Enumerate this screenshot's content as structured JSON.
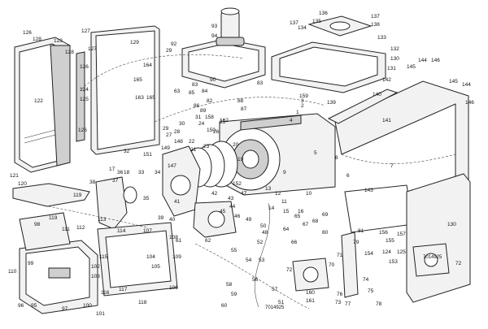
{
  "callouts": [
    {
      "id": "c1",
      "text": "126"
    },
    {
      "id": "c2",
      "text": "128"
    },
    {
      "id": "c3",
      "text": "123"
    },
    {
      "id": "c4",
      "text": "128"
    },
    {
      "id": "c5",
      "text": "126"
    },
    {
      "id": "c6",
      "text": "124"
    },
    {
      "id": "c7",
      "text": "125"
    },
    {
      "id": "c8",
      "text": "122"
    },
    {
      "id": "c9",
      "text": "126"
    },
    {
      "id": "c10",
      "text": "121"
    },
    {
      "id": "c11",
      "text": "120"
    },
    {
      "id": "c12",
      "text": "119"
    },
    {
      "id": "c13",
      "text": "119"
    },
    {
      "id": "c14",
      "text": "127"
    },
    {
      "id": "c15",
      "text": "129"
    },
    {
      "id": "c16",
      "text": "127"
    },
    {
      "id": "c17",
      "text": "92"
    },
    {
      "id": "c18",
      "text": "29"
    },
    {
      "id": "c19",
      "text": "93"
    },
    {
      "id": "c20",
      "text": "94"
    },
    {
      "id": "c21",
      "text": "164"
    },
    {
      "id": "c22",
      "text": "165"
    },
    {
      "id": "c23",
      "text": "163"
    },
    {
      "id": "c24",
      "text": "165"
    },
    {
      "id": "c25",
      "text": "63"
    },
    {
      "id": "c26",
      "text": "83"
    },
    {
      "id": "c27",
      "text": "85"
    },
    {
      "id": "c28",
      "text": "84"
    },
    {
      "id": "c29",
      "text": "90"
    },
    {
      "id": "c30",
      "text": "82"
    },
    {
      "id": "c31",
      "text": "86"
    },
    {
      "id": "c32",
      "text": "89"
    },
    {
      "id": "c33",
      "text": "88"
    },
    {
      "id": "c34",
      "text": "87"
    },
    {
      "id": "c35",
      "text": "83"
    },
    {
      "id": "c36",
      "text": "3"
    },
    {
      "id": "c37",
      "text": "2"
    },
    {
      "id": "c38",
      "text": "1"
    },
    {
      "id": "c39",
      "text": "159"
    },
    {
      "id": "c40",
      "text": "4"
    },
    {
      "id": "c41",
      "text": "136"
    },
    {
      "id": "c42",
      "text": "137"
    },
    {
      "id": "c43",
      "text": "135"
    },
    {
      "id": "c44",
      "text": "138"
    },
    {
      "id": "c45",
      "text": "137"
    },
    {
      "id": "c46",
      "text": "134"
    },
    {
      "id": "c47",
      "text": "133"
    },
    {
      "id": "c48",
      "text": "132"
    },
    {
      "id": "c49",
      "text": "130"
    },
    {
      "id": "c50",
      "text": "131"
    },
    {
      "id": "c51",
      "text": "144"
    },
    {
      "id": "c52",
      "text": "146"
    },
    {
      "id": "c53",
      "text": "145"
    },
    {
      "id": "c54",
      "text": "145"
    },
    {
      "id": "c55",
      "text": "144"
    },
    {
      "id": "c56",
      "text": "146"
    },
    {
      "id": "c57",
      "text": "142"
    },
    {
      "id": "c58",
      "text": "139"
    },
    {
      "id": "c59",
      "text": "140"
    },
    {
      "id": "c60",
      "text": "141"
    },
    {
      "id": "c61",
      "text": "143"
    },
    {
      "id": "c62",
      "text": "130"
    },
    {
      "id": "c63",
      "text": "32"
    },
    {
      "id": "c64",
      "text": "151"
    },
    {
      "id": "c65",
      "text": "17"
    },
    {
      "id": "c66",
      "text": "36"
    },
    {
      "id": "c67",
      "text": "18"
    },
    {
      "id": "c68",
      "text": "33"
    },
    {
      "id": "c69",
      "text": "37"
    },
    {
      "id": "c70",
      "text": "38"
    },
    {
      "id": "c71",
      "text": "35"
    },
    {
      "id": "c72",
      "text": "39"
    },
    {
      "id": "c73",
      "text": "40"
    },
    {
      "id": "c74",
      "text": "41"
    },
    {
      "id": "c75",
      "text": "42"
    },
    {
      "id": "c76",
      "text": "22"
    },
    {
      "id": "c77",
      "text": "21"
    },
    {
      "id": "c78",
      "text": "20"
    },
    {
      "id": "c79",
      "text": "19"
    },
    {
      "id": "c80",
      "text": "23"
    },
    {
      "id": "c81",
      "text": "24"
    },
    {
      "id": "c82",
      "text": "25"
    },
    {
      "id": "c83",
      "text": "26"
    },
    {
      "id": "c84",
      "text": "27"
    },
    {
      "id": "c85",
      "text": "28"
    },
    {
      "id": "c86",
      "text": "29"
    },
    {
      "id": "c87",
      "text": "30"
    },
    {
      "id": "c88",
      "text": "31"
    },
    {
      "id": "c89",
      "text": "45"
    },
    {
      "id": "c90",
      "text": "44"
    },
    {
      "id": "c91",
      "text": "43"
    },
    {
      "id": "c92",
      "text": "46"
    },
    {
      "id": "c93",
      "text": "47"
    },
    {
      "id": "c94",
      "text": "48"
    },
    {
      "id": "c95",
      "text": "49"
    },
    {
      "id": "c96",
      "text": "50"
    },
    {
      "id": "c97",
      "text": "9"
    },
    {
      "id": "c98",
      "text": "10"
    },
    {
      "id": "c99",
      "text": "11"
    },
    {
      "id": "c100",
      "text": "12"
    },
    {
      "id": "c101",
      "text": "13"
    },
    {
      "id": "c102",
      "text": "14"
    },
    {
      "id": "c103",
      "text": "15"
    },
    {
      "id": "c104",
      "text": "16"
    },
    {
      "id": "c105",
      "text": "5"
    },
    {
      "id": "c106",
      "text": "6"
    },
    {
      "id": "c107",
      "text": "7"
    },
    {
      "id": "c108",
      "text": "8"
    },
    {
      "id": "c109",
      "text": "98"
    },
    {
      "id": "c110",
      "text": "99"
    },
    {
      "id": "c111",
      "text": "110"
    },
    {
      "id": "c112",
      "text": "111"
    },
    {
      "id": "c113",
      "text": "112"
    },
    {
      "id": "c114",
      "text": "113"
    },
    {
      "id": "c115",
      "text": "114"
    },
    {
      "id": "c116",
      "text": "102"
    },
    {
      "id": "c117",
      "text": "103"
    },
    {
      "id": "c118",
      "text": "104"
    },
    {
      "id": "c119",
      "text": "105"
    },
    {
      "id": "c120",
      "text": "106"
    },
    {
      "id": "c121",
      "text": "107"
    },
    {
      "id": "c122",
      "text": "108"
    },
    {
      "id": "c123",
      "text": "109"
    },
    {
      "id": "c124",
      "text": "115"
    },
    {
      "id": "c125",
      "text": "116"
    },
    {
      "id": "c126",
      "text": "117"
    },
    {
      "id": "c127",
      "text": "118"
    },
    {
      "id": "c128",
      "text": "96"
    },
    {
      "id": "c129",
      "text": "95"
    },
    {
      "id": "c130",
      "text": "97"
    },
    {
      "id": "c131",
      "text": "100"
    },
    {
      "id": "c132",
      "text": "101"
    },
    {
      "id": "c133",
      "text": "62"
    },
    {
      "id": "c134",
      "text": "61"
    },
    {
      "id": "c135",
      "text": "60"
    },
    {
      "id": "c136",
      "text": "59"
    },
    {
      "id": "c137",
      "text": "58"
    },
    {
      "id": "c138",
      "text": "57"
    },
    {
      "id": "c139",
      "text": "56"
    },
    {
      "id": "c140",
      "text": "55"
    },
    {
      "id": "c141",
      "text": "54"
    },
    {
      "id": "c142",
      "text": "53"
    },
    {
      "id": "c143",
      "text": "52"
    },
    {
      "id": "c144",
      "text": "51"
    },
    {
      "id": "c145",
      "text": "64"
    },
    {
      "id": "c146",
      "text": "65"
    },
    {
      "id": "c147",
      "text": "66"
    },
    {
      "id": "c148",
      "text": "67"
    },
    {
      "id": "c149",
      "text": "68"
    },
    {
      "id": "c150",
      "text": "69"
    },
    {
      "id": "c151",
      "text": "70"
    },
    {
      "id": "c152",
      "text": "71"
    },
    {
      "id": "c153",
      "text": "72"
    },
    {
      "id": "c154",
      "text": "73"
    },
    {
      "id": "c155",
      "text": "74"
    },
    {
      "id": "c156",
      "text": "75"
    },
    {
      "id": "c157",
      "text": "76"
    },
    {
      "id": "c158",
      "text": "77"
    },
    {
      "id": "c159",
      "text": "78"
    },
    {
      "id": "c160",
      "text": "79"
    },
    {
      "id": "c161",
      "text": "80"
    },
    {
      "id": "c162",
      "text": "81"
    },
    {
      "id": "c163",
      "text": "160"
    },
    {
      "id": "c164",
      "text": "161"
    },
    {
      "id": "c165",
      "text": "153"
    },
    {
      "id": "c166",
      "text": "154"
    },
    {
      "id": "c167",
      "text": "155"
    },
    {
      "id": "c168",
      "text": "156"
    },
    {
      "id": "c169",
      "text": "157"
    },
    {
      "id": "c170",
      "text": "124"
    },
    {
      "id": "c171",
      "text": "125"
    },
    {
      "id": "c172",
      "text": "72"
    },
    {
      "id": "c173",
      "text": "162"
    },
    {
      "id": "c174",
      "text": "158"
    },
    {
      "id": "c175",
      "text": "150"
    },
    {
      "id": "c176",
      "text": "147"
    },
    {
      "id": "c177",
      "text": "148"
    },
    {
      "id": "c178",
      "text": "149"
    },
    {
      "id": "c179",
      "text": "152"
    },
    {
      "id": "c180",
      "text": "34"
    }
  ],
  "codes": [
    {
      "id": "k1",
      "text": "7014925"
    },
    {
      "id": "k2",
      "text": "7014925"
    }
  ]
}
